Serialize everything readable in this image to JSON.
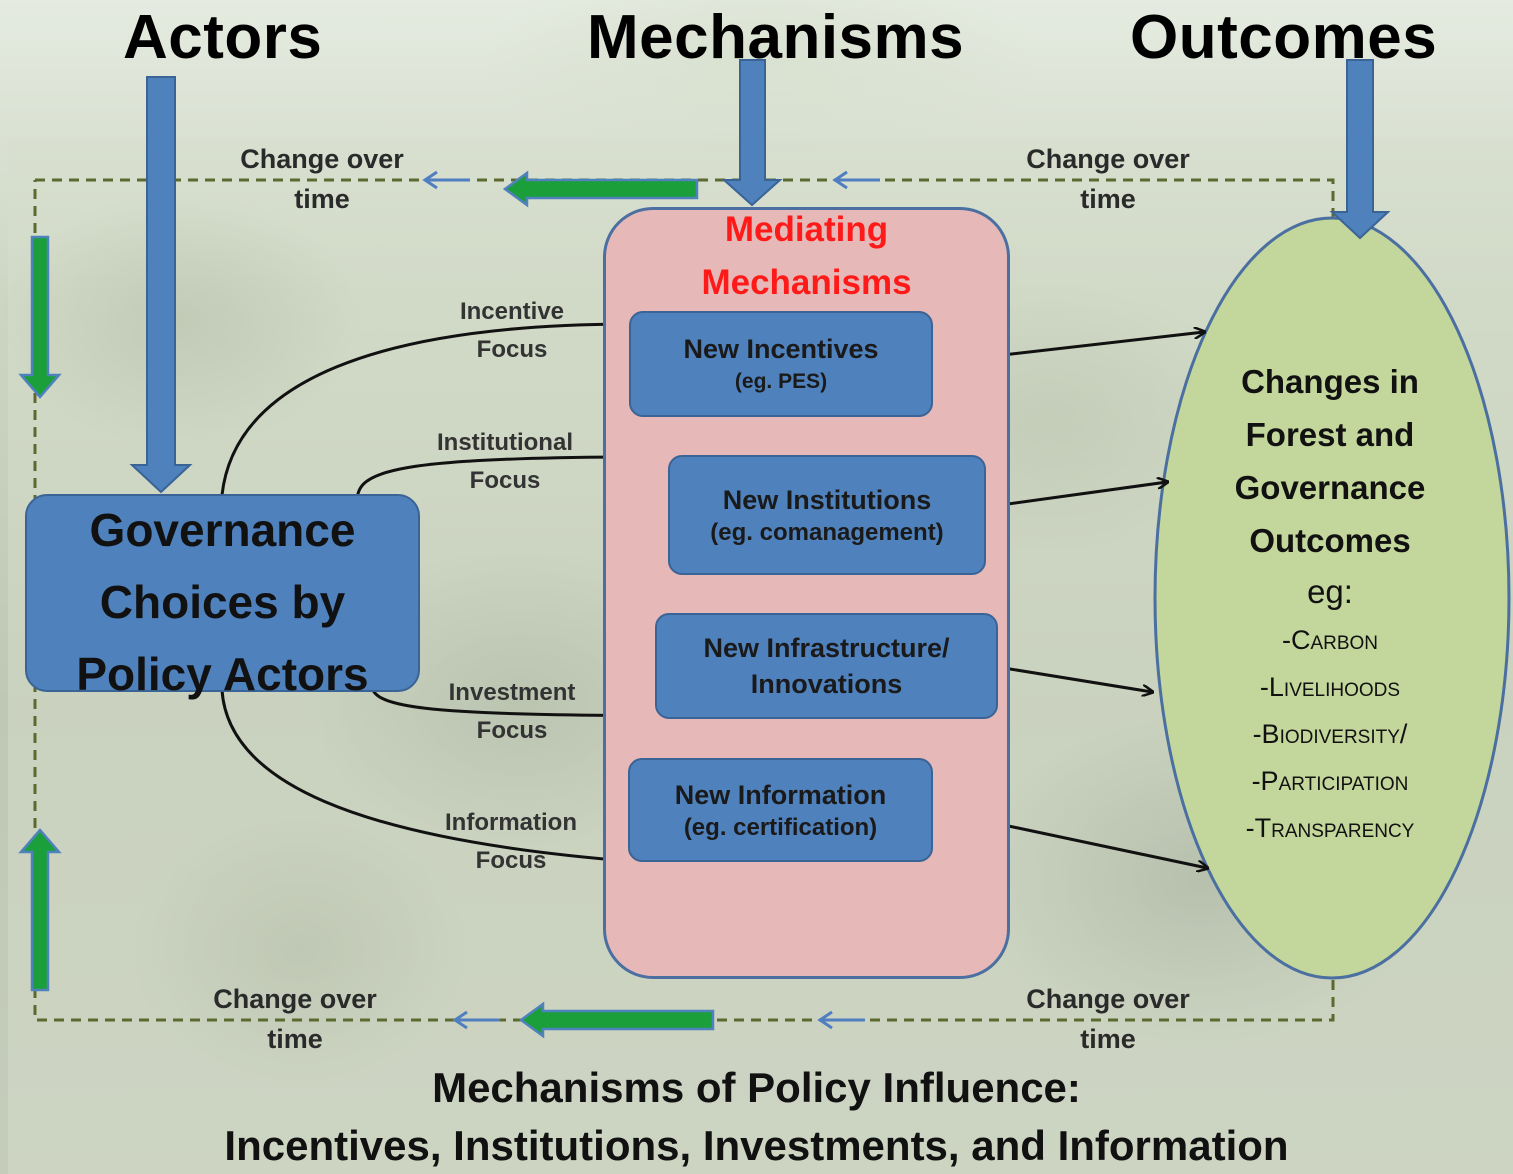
{
  "headers": {
    "actors": "Actors",
    "mechanisms": "Mechanisms",
    "outcomes": "Outcomes"
  },
  "change_labels": {
    "top_left": [
      "Change over",
      "time"
    ],
    "top_right": [
      "Change over",
      "time"
    ],
    "bottom_left": [
      "Change over",
      "time"
    ],
    "bottom_right": [
      "Change over",
      "time"
    ]
  },
  "governance": [
    "Governance",
    "Choices by",
    "Policy Actors"
  ],
  "mediating": [
    "Mediating",
    "Mechanisms"
  ],
  "mechanism_boxes": [
    {
      "title": "New Incentives",
      "sub": "(eg. PES)"
    },
    {
      "title": "New Institutions",
      "sub": "(eg. comanagement)"
    },
    {
      "title": "New Infrastructure/",
      "sub": "Innovations"
    },
    {
      "title": "New Information",
      "sub": "(eg. certification)"
    }
  ],
  "focus_labels": [
    [
      "Incentive",
      "Focus"
    ],
    [
      "Institutional",
      "Focus"
    ],
    [
      "Investment",
      "Focus"
    ],
    [
      "Information",
      "Focus"
    ]
  ],
  "outcomes": {
    "heading": [
      "Changes in",
      "Forest and",
      "Governance",
      "Outcomes"
    ],
    "eg": "eg:",
    "items": [
      "-Carbon",
      "-Livelihoods",
      "-Biodiversity/",
      "-Participation",
      "-Transparency"
    ]
  },
  "caption": {
    "line1": "Mechanisms of Policy Influence:",
    "line2": "Incentives, Institutions, Investments, and Information"
  },
  "colors": {
    "box_blue": "#4f81bd",
    "mediator_pink": "#e6b8b7",
    "outcome_green": "#c3d69b",
    "mediator_title_red": "#ff1a1a",
    "green_arrow": "#1a9f3a"
  }
}
